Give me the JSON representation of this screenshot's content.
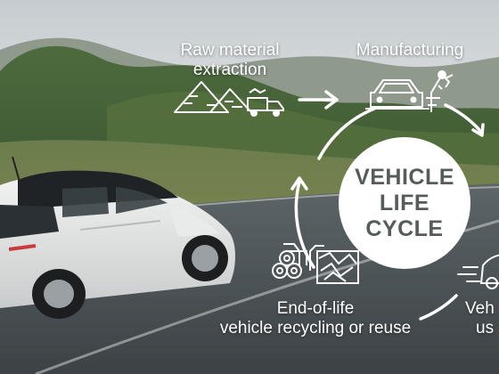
{
  "diagram": {
    "stages": {
      "raw_material": {
        "line1": "Raw material",
        "line2": "extraction"
      },
      "manufacturing": {
        "line1": "Manufacturing"
      },
      "end_of_life": {
        "line1": "End-of-life",
        "line2": "vehicle recycling or reuse"
      },
      "use": {
        "line1": "Veh",
        "line2": "us"
      }
    },
    "center": {
      "line1": "VEHICLE",
      "line2": "LIFE",
      "line3": "CYCLE"
    }
  },
  "icons": {
    "raw_material": "mine-and-truck-icon",
    "manufacturing": "robot-arm-car-factory-icon",
    "end_of_life": "metal-coils-and-scrap-icon",
    "use": "moving-car-icon"
  },
  "colors": {
    "label_text": "#ffffff",
    "center_disc": "#ffffff",
    "center_text": "#555c5a",
    "arrows": "#ffffff"
  }
}
